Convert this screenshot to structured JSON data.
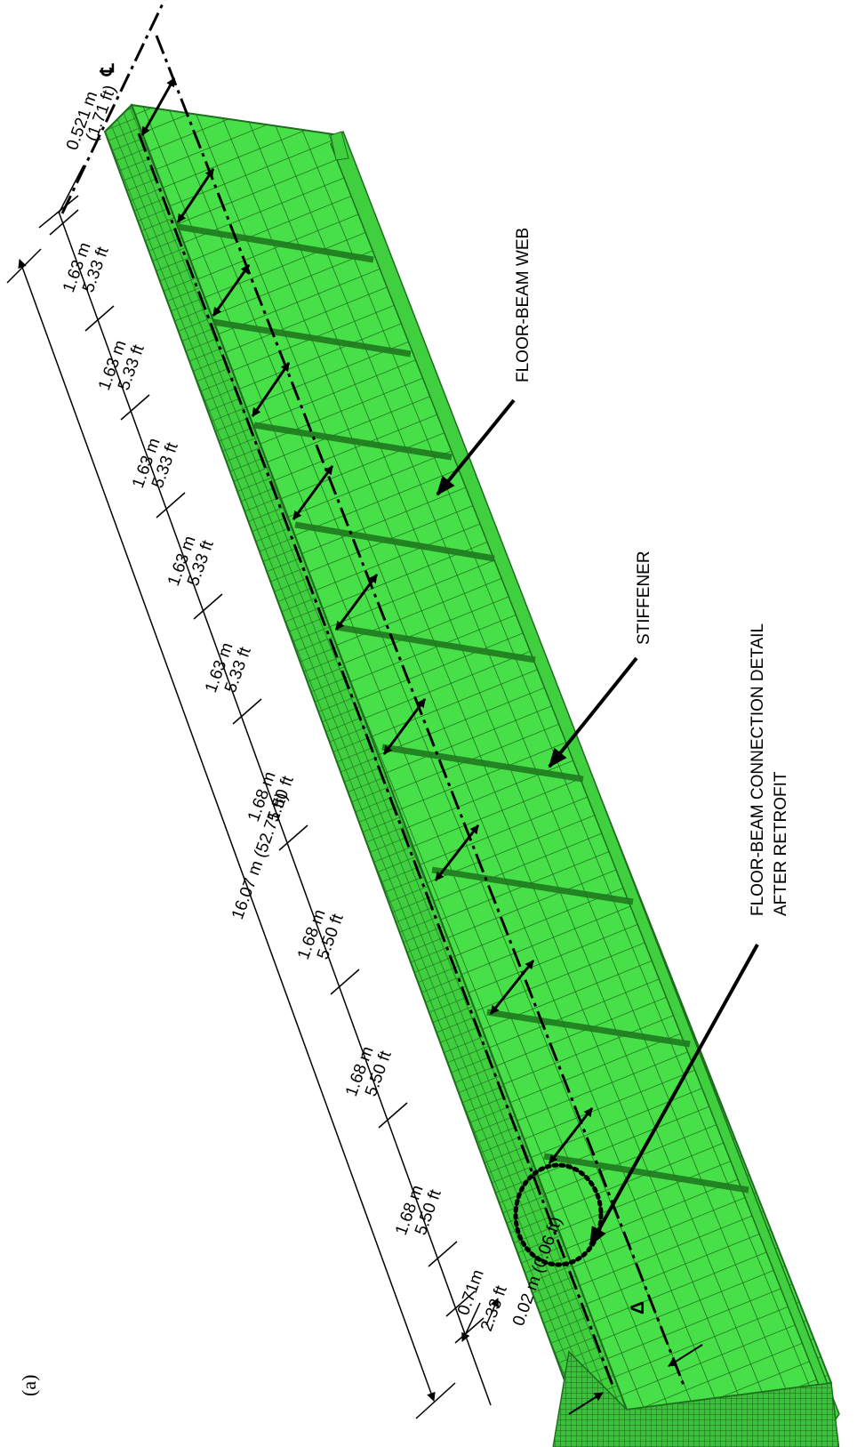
{
  "figure": {
    "panel_label": "(a)",
    "centerline_symbol": "℄",
    "delta_symbol": "Δ",
    "colors": {
      "mesh_fill": "#45e045",
      "mesh_line": "#1f6e1f",
      "mesh_dark": "#2f9c2f",
      "ink": "#000000"
    }
  },
  "dimensions": {
    "total": "16.07 m (52.71 ft)",
    "top_m": "0.521 m",
    "top_ft": "(1.71 ft)",
    "spacings": [
      {
        "m": "1.63 m",
        "ft": "5.33 ft"
      },
      {
        "m": "1.63 m",
        "ft": "5.33 ft"
      },
      {
        "m": "1.63 m",
        "ft": "5.33 ft"
      },
      {
        "m": "1.63 m",
        "ft": "5.33 ft"
      },
      {
        "m": "1.63 m",
        "ft": "5.33 ft"
      },
      {
        "m": "1.68 m",
        "ft": "5.50 ft"
      },
      {
        "m": "1.68 m",
        "ft": "5.50 ft"
      },
      {
        "m": "1.68 m",
        "ft": "5.50 ft"
      },
      {
        "m": "1.68 m",
        "ft": "5.50 ft"
      }
    ],
    "end_m": "0.71m",
    "end_ft": "2.33 ft",
    "gap": "0.02 m (0.06 ft)"
  },
  "callouts": {
    "web": "FLOOR-BEAM WEB",
    "stiffener": "STIFFENER",
    "connection_line1": "FLOOR-BEAM CONNECTION DETAIL",
    "connection_line2": "AFTER RETROFIT"
  }
}
